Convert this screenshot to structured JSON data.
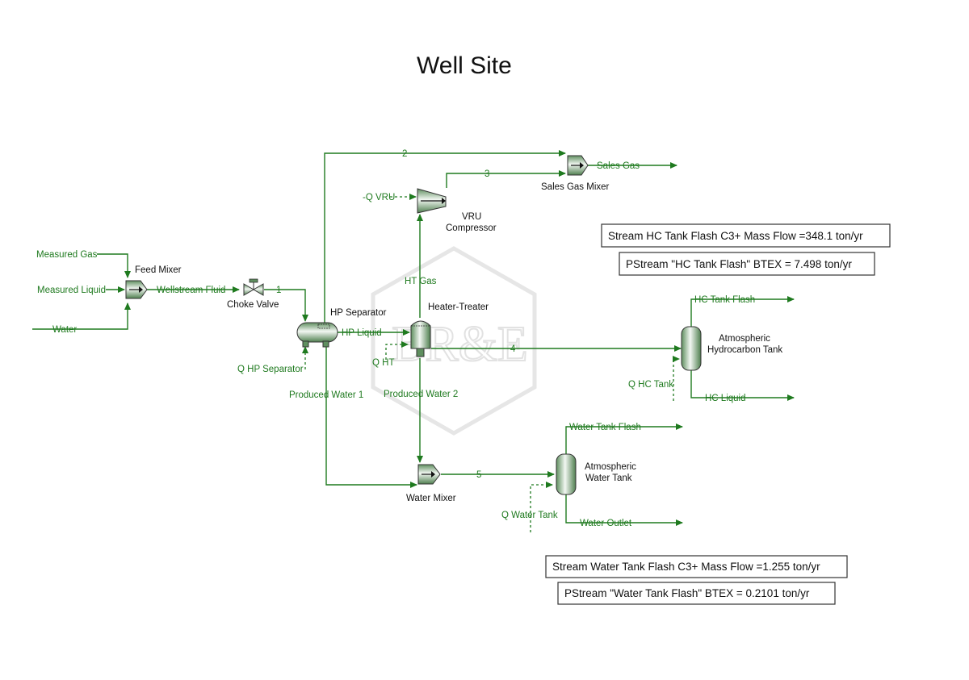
{
  "title": "Well Site",
  "watermark": "BR&E",
  "colors": {
    "stream": "#1f7a1f",
    "equipment_fill": "#8fb08f",
    "text": "#111111"
  },
  "equipment": {
    "feed_mixer": "Feed Mixer",
    "choke_valve": "Choke Valve",
    "hp_separator": "HP Separator",
    "heater_treater": "Heater-Treater",
    "vru_compressor_line1": "VRU",
    "vru_compressor_line2": "Compressor",
    "sales_gas_mixer": "Sales Gas Mixer",
    "water_mixer": "Water Mixer",
    "hc_tank_line1": "Atmospheric",
    "hc_tank_line2": "Hydrocarbon Tank",
    "water_tank_line1": "Atmospheric",
    "water_tank_line2": "Water Tank"
  },
  "streams": {
    "measured_gas": "Measured Gas",
    "measured_liquid": "Measured Liquid",
    "water": "Water",
    "wellstream_fluid": "Wellstream Fluid",
    "s1": "1",
    "s2": "2",
    "s3": "3",
    "s4": "4",
    "s5": "5",
    "hp_liquid": "HP Liquid",
    "ht_gas": "HT Gas",
    "q_vru": "-Q VRU",
    "sales_gas": "Sales Gas",
    "q_hp_separator": "Q HP Separator",
    "q_ht": "Q HT",
    "produced_water_1": "Produced Water 1",
    "produced_water_2": "Produced Water 2",
    "hc_tank_flash": "HC Tank Flash",
    "hc_liquid": "HC Liquid",
    "q_hc_tank": "Q HC Tank",
    "water_tank_flash": "Water Tank Flash",
    "water_outlet": "Water Outlet",
    "q_water_tank": "Q Water Tank"
  },
  "results": {
    "hc_c3_mass_flow": "Stream HC Tank Flash C3+ Mass Flow =348.1 ton/yr",
    "hc_btex": "PStream \"HC Tank Flash\" BTEX  = 7.498 ton/yr",
    "water_c3_mass_flow": "Stream Water Tank Flash C3+ Mass Flow =1.255 ton/yr",
    "water_btex": "PStream \"Water Tank Flash\" BTEX  = 0.2101 ton/yr"
  }
}
